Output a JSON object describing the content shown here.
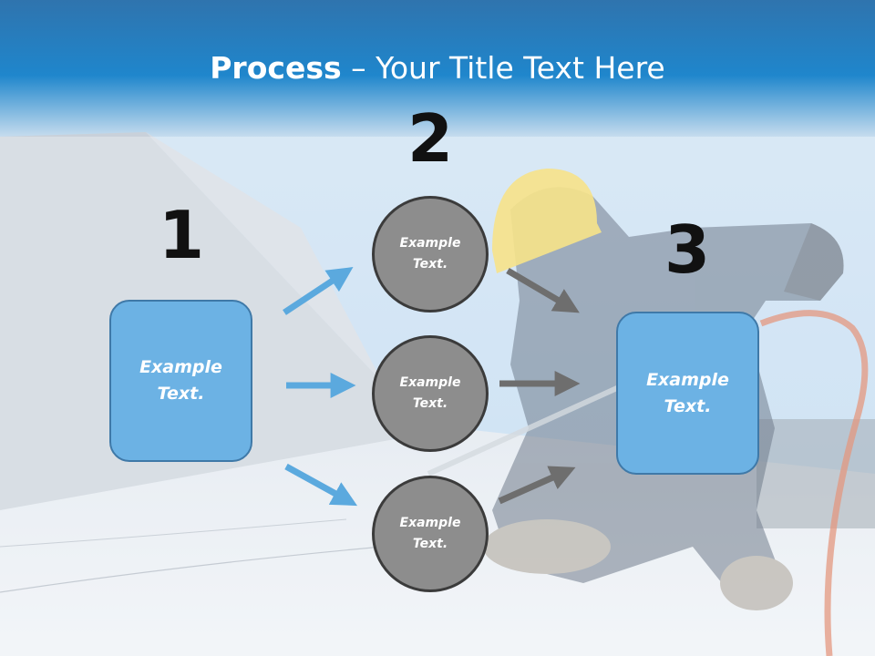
{
  "slide": {
    "title": {
      "bold": "Process",
      "rest": " – Your Title Text Here"
    },
    "steps": [
      {
        "number": "1",
        "box_text": "Example Text."
      },
      {
        "number": "2",
        "circles": [
          "Example Text.",
          "Example Text.",
          "Example Text."
        ]
      },
      {
        "number": "3",
        "box_text": "Example Text."
      }
    ]
  },
  "colors": {
    "header_blue": "#1e82c8",
    "box_fill": "#6cb2e4",
    "box_border": "#3f79a8",
    "circle_fill": "#8d8d8d",
    "circle_border": "#3b3b3b",
    "blue_arrow": "#5ba9de",
    "gray_arrow": "#6e6e6e"
  }
}
